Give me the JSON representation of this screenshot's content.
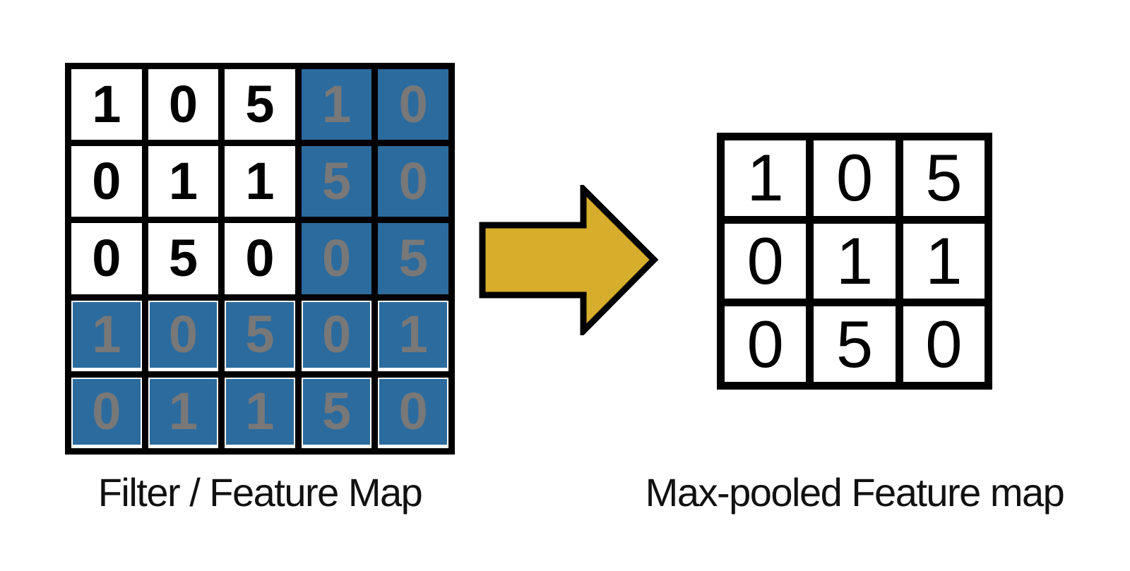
{
  "colors": {
    "background": "#ffffff",
    "grid_line": "#000000",
    "cell_white": "#ffffff",
    "cell_highlight_blue": "#2c6b9e",
    "digit_black": "#000000",
    "digit_gray": "#787878",
    "arrow_gold": "#d6ae2b",
    "label_text": "#111111"
  },
  "left_grid": {
    "label": "Filter / Feature Map",
    "rows": 5,
    "cols": 5,
    "values": [
      [
        1,
        0,
        5,
        1,
        0
      ],
      [
        0,
        1,
        1,
        5,
        0
      ],
      [
        0,
        5,
        0,
        0,
        5
      ],
      [
        1,
        0,
        5,
        0,
        1
      ],
      [
        0,
        1,
        1,
        5,
        0
      ]
    ],
    "highlight": [
      [
        0,
        0,
        0,
        1,
        1
      ],
      [
        0,
        0,
        0,
        1,
        1
      ],
      [
        0,
        0,
        0,
        1,
        1
      ],
      [
        1,
        1,
        1,
        1,
        1
      ],
      [
        1,
        1,
        1,
        1,
        1
      ]
    ]
  },
  "arrow": {
    "icon": "right-arrow"
  },
  "right_grid": {
    "label": "Max-pooled Feature map",
    "rows": 3,
    "cols": 3,
    "values": [
      [
        1,
        0,
        5
      ],
      [
        0,
        1,
        1
      ],
      [
        0,
        5,
        0
      ]
    ]
  }
}
